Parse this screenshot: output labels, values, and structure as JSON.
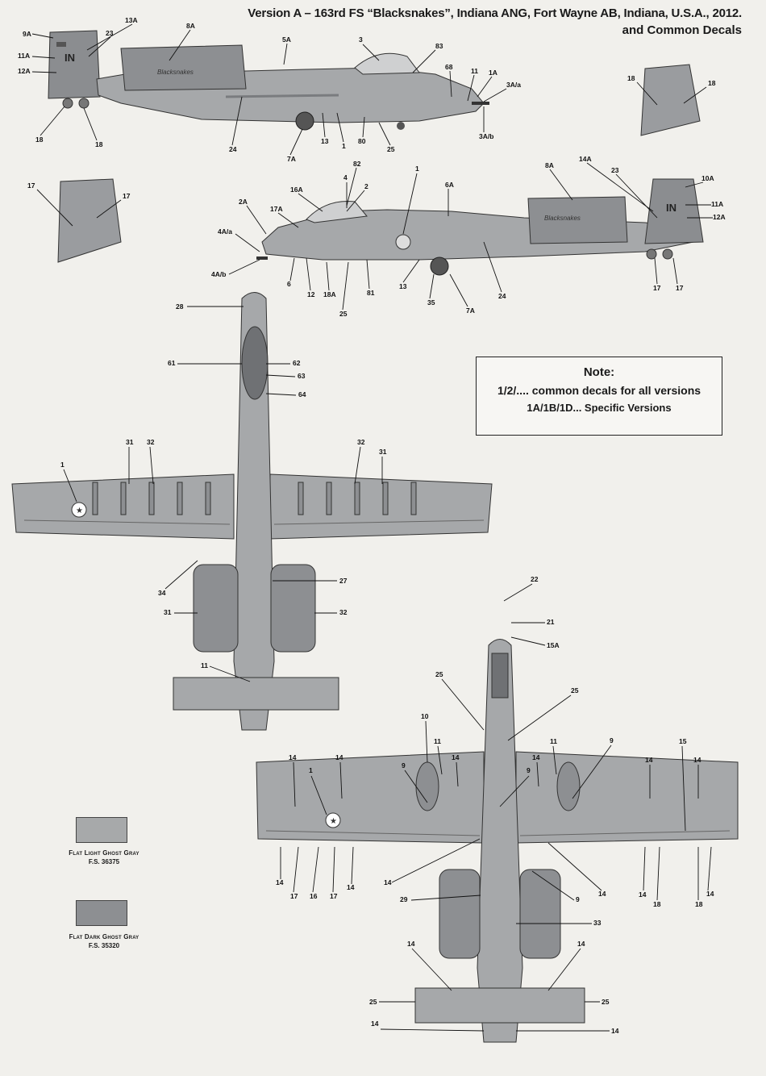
{
  "header": {
    "version_line": "Version A – 163rd FS “Blacksnakes”, Indiana ANG, Fort Wayne AB, Indiana, U.S.A., 2012.",
    "common_line": "and Common Decals"
  },
  "note": {
    "title": "Note:",
    "common": "1/2/.... common decals for all versions",
    "specific": "1A/1B/1D... Specific Versions"
  },
  "aircraft_texts": {
    "nose_art_top": "Blacksnakes",
    "nose_art_side": "Blacksnakes",
    "tail_code_top": "IN",
    "tail_code_side": "IN"
  },
  "colors": [
    {
      "name": "Flat Light Ghost Gray",
      "fs": "F.S. 36375",
      "hex": "#a7a9aa"
    },
    {
      "name": "Flat Dark Ghost Gray",
      "fs": "F.S. 35320",
      "hex": "#8d8f92"
    }
  ],
  "callouts": {
    "side_top": [
      "13A",
      "23",
      "8A",
      "5A",
      "3",
      "83",
      "9A",
      "11A",
      "12A",
      "68",
      "11",
      "1A",
      "3A/a",
      "18",
      "18",
      "24",
      "7A",
      "13",
      "1",
      "80",
      "25",
      "3A/b"
    ],
    "tail_right": [
      "18",
      "18"
    ],
    "tail_left": [
      "17",
      "17"
    ],
    "side_bottom": [
      "1",
      "82",
      "4",
      "2",
      "16A",
      "17A",
      "2A",
      "4A/a",
      "4A/b",
      "6",
      "12",
      "18A",
      "25",
      "81",
      "13",
      "35",
      "7A",
      "24",
      "6A",
      "8A",
      "14A",
      "23",
      "10A",
      "11A",
      "12A",
      "17",
      "17"
    ],
    "top_view": [
      "28",
      "61",
      "62",
      "63",
      "64",
      "1",
      "31",
      "32",
      "32",
      "31",
      "34",
      "31",
      "27",
      "32",
      "11"
    ],
    "bottom_view": [
      "22",
      "21",
      "15A",
      "25",
      "25",
      "10",
      "11",
      "11",
      "9",
      "14",
      "14",
      "9",
      "14",
      "14",
      "15",
      "14",
      "1",
      "14",
      "14",
      "9",
      "14",
      "14",
      "17",
      "16",
      "17",
      "14",
      "14",
      "29",
      "9",
      "33",
      "14",
      "14",
      "18",
      "18",
      "14",
      "14",
      "25",
      "25",
      "14",
      "14"
    ]
  }
}
